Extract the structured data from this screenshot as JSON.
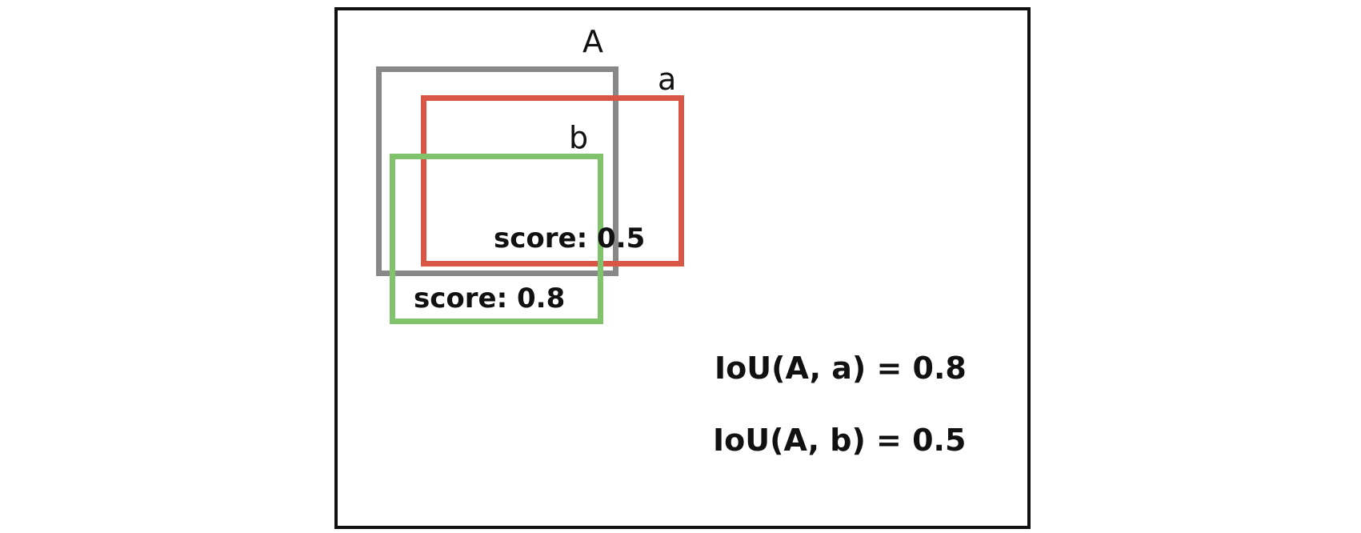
{
  "diagram": {
    "boxes": [
      {
        "id": "A",
        "label": "A",
        "color": "#888888"
      },
      {
        "id": "a",
        "label": "a",
        "color": "#d95545",
        "score_text": "score: 0.5"
      },
      {
        "id": "b",
        "label": "b",
        "color": "#80c36c",
        "score_text": "score: 0.8"
      }
    ],
    "equations": [
      "IoU(A, a) = 0.8",
      "IoU(A, b) = 0.5"
    ]
  }
}
